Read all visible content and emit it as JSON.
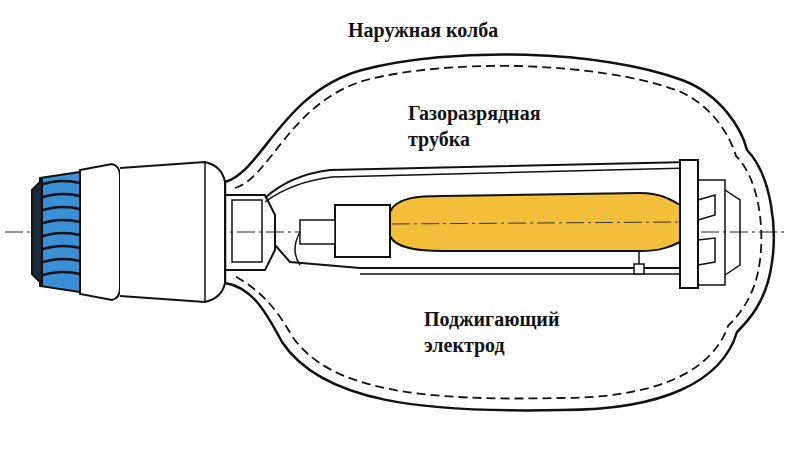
{
  "diagram": {
    "labels": [
      "Наружная колба",
      "Газоразрядная трубка",
      "Поджигающий электрод"
    ]
  }
}
